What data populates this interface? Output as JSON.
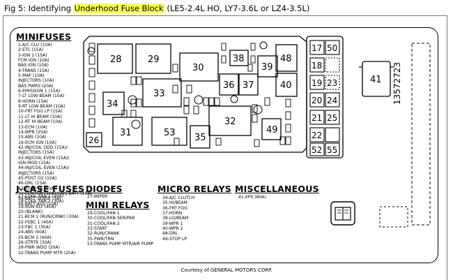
{
  "caption": {
    "prefix": "Fig 5: Identifying ",
    "highlight": "Underhood Fuse Block",
    "suffix": " (LE5-2.4L HO, LY7-3.6L or LZ4-3.5L)"
  },
  "minifuses": {
    "title": "MINIFUSES",
    "items": [
      "1-A/C CLU (10A)",
      "2-ETC (15A)",
      "3-IGN 1 (15A)",
      "FCM IGN (10A)",
      "BAS IGN (10A)",
      "4-TRANS (15A)",
      "5-MAF (10A)",
      "INJECTORS (10A)",
      "BAS PWRS (20A)",
      "6-EMISSION 1 (15A)",
      "7-LT LOW BEAM (15A)",
      "8-HORN (15A)",
      "9-RT LOW BEAM (10A)",
      "10-FRT FOG LP (15A)",
      "11-LT HI BEAM (10A)",
      "12-RT HI BEAM (10A)",
      "13-ECM (10A)",
      "14-WPR (25A)",
      "15-ABS (10A)",
      "16-ECM IGN (10A)",
      "42-INJ/COIL ODD (15A)/",
      "INJECTORS (15A)",
      "43-INJ/COIL EVEN (15A)/",
      "IGN MOD (15A)",
      "44-INJ/COIL EVEN (15A)/",
      "INJECTORS (15A)",
      "45-POST O2 (10A)",
      "46-DRL (15A)",
      "47-STOP LP (10A)",
      "51-FCM IGN (10A)/SAIS BATT (10A)",
      "54-BATT SENSE (5A)",
      "56-BATT ASS (20A)"
    ]
  },
  "jcase": {
    "title": "J-CASE FUSES",
    "items": [
      "17-COOL FAN 1 (30A)",
      "18-COOL FAN 2 (30A)",
      "19-RUN RLY (40A)",
      "20-(BLANK)",
      "21-BCM 1 (RUN/CRNK) (30A)",
      "22-FEBC 1 (40A)",
      "23-FBC 1 (30A)",
      "24-ABS (60A)",
      "25-BCM 2 (40A)",
      "26-STRTR (30A)",
      "28-PWR WDO (20A)",
      "32-TRANS PUMP MTR (20A)"
    ]
  },
  "diodes": {
    "title": "DIODES",
    "items": [
      "27-WIPER"
    ]
  },
  "mini_relays": {
    "title": "MINI RELAYS",
    "items": [
      "29-COOL/FAN 1",
      "30-COOL/FAN SER/PAR",
      "31-COOL/FAN 2",
      "33-START",
      "32-RUN/CRANK",
      "35-PWR/TRN",
      "53-TRANS PUMP MTR/AIR PUMP"
    ]
  },
  "micro_relays": {
    "title": "MICRO RELAYS",
    "items": [
      "34-A/C CLUTCH",
      "35-HI/BEAM",
      "36-FRT FOG",
      "37-HORN",
      "38-LO/BEAM",
      "39-WPR 1",
      "40-WPR 2",
      "48-DRL",
      "49-STOP LP"
    ]
  },
  "misc": {
    "title": "MISCELLANEOUS",
    "items": [
      "41-EPS (80A)"
    ]
  },
  "fuse_labels": {
    "f28": "28",
    "f29": "29",
    "f38": "38",
    "f48": "48",
    "f30": "30",
    "f39": "39",
    "f33": "33",
    "f36": "36",
    "f37": "37",
    "f40": "40",
    "f34": "34",
    "f32": "32",
    "f49": "49",
    "f26": "26",
    "f31": "31",
    "f53": "53",
    "f35": "35",
    "f17": "17",
    "f50": "50",
    "f18": "18",
    "f19": "19",
    "f23": "23",
    "f20": "20",
    "f24": "24",
    "f21": "21",
    "f25": "25",
    "f22": "22",
    "f52": "52",
    "f55": "55",
    "f41": "41"
  },
  "part_number": "13572723",
  "courtesy": "Courtesy of GENERAL MOTORS CORP."
}
